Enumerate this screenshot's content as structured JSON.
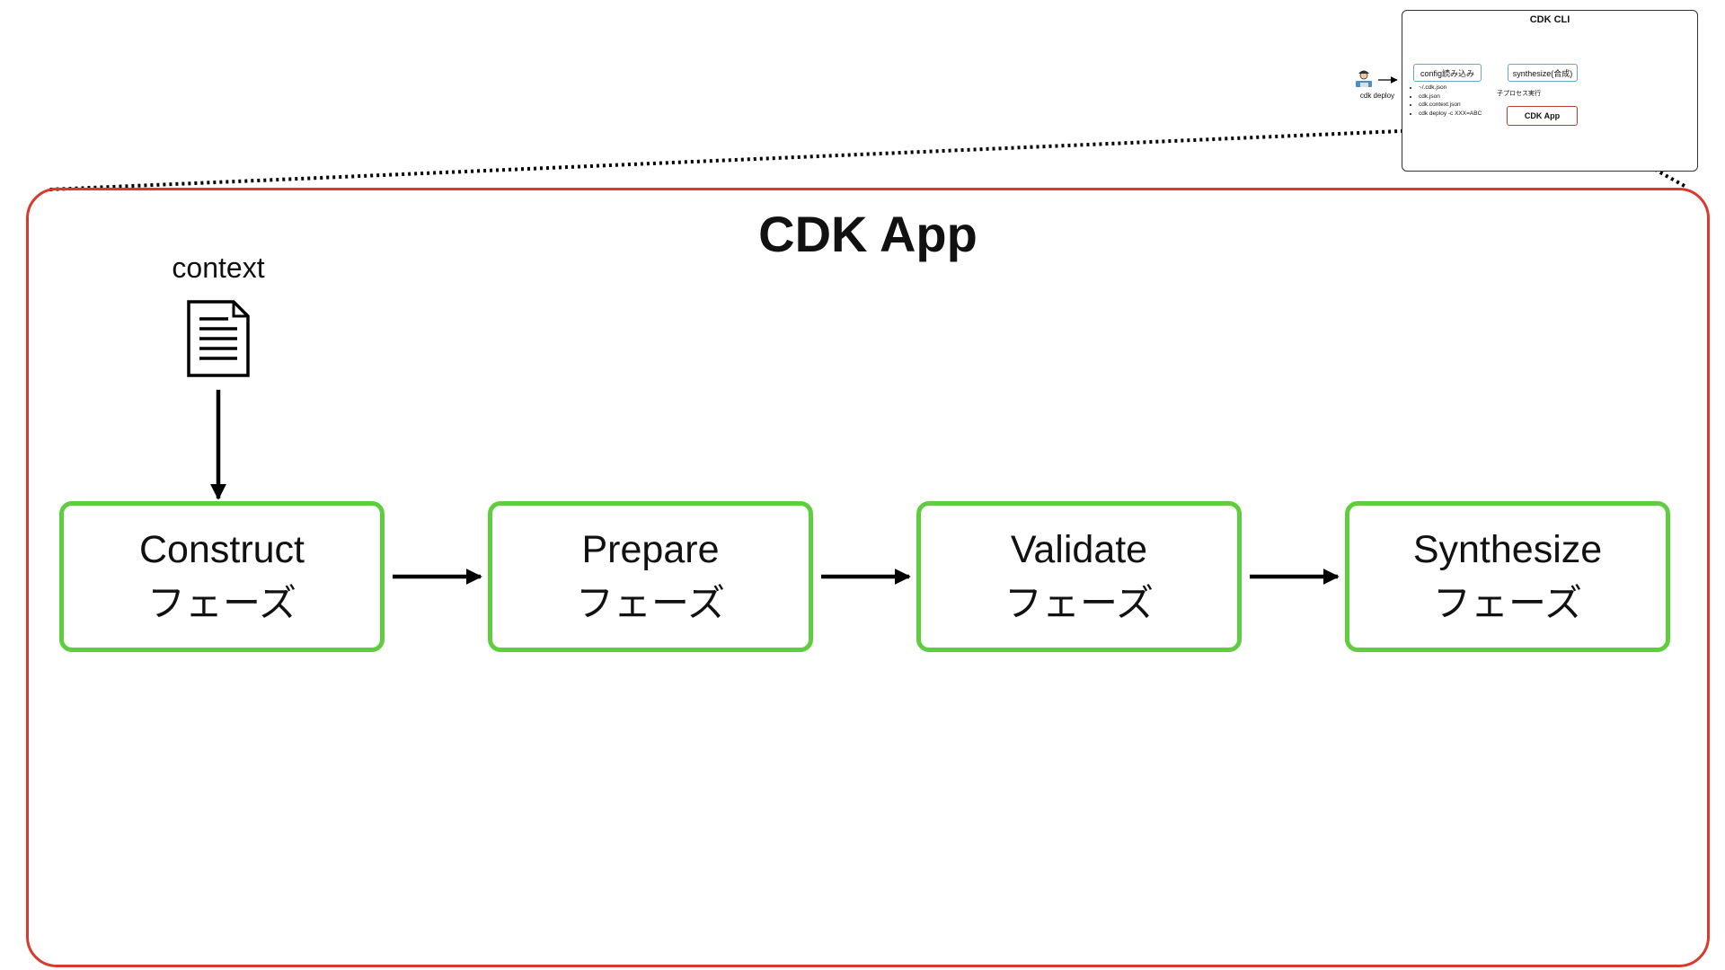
{
  "mini_cli": {
    "title": "CDK CLI",
    "user_label": "cdk deploy",
    "config_box": "config読み込み",
    "synth_box": "synthesize(合成)",
    "app_box": "CDK App",
    "subprocess_label": "子プロセス実行",
    "config_sources": [
      "~/.cdk.json",
      "cdk.json",
      "cdk.context.json",
      "cdk deploy -c XXX=ABC"
    ],
    "accent_color": "#66a9c9",
    "app_color": "#c0392b"
  },
  "app": {
    "title": "CDK App",
    "frame_color": "#d93a2b"
  },
  "context": {
    "label": "context",
    "icon": "document-icon"
  },
  "phases": [
    {
      "name": "Construct",
      "sub": "フェーズ"
    },
    {
      "name": "Prepare",
      "sub": "フェーズ"
    },
    {
      "name": "Validate",
      "sub": "フェーズ"
    },
    {
      "name": "Synthesize",
      "sub": "フェーズ"
    }
  ],
  "phase_border_color": "#5fce3e"
}
